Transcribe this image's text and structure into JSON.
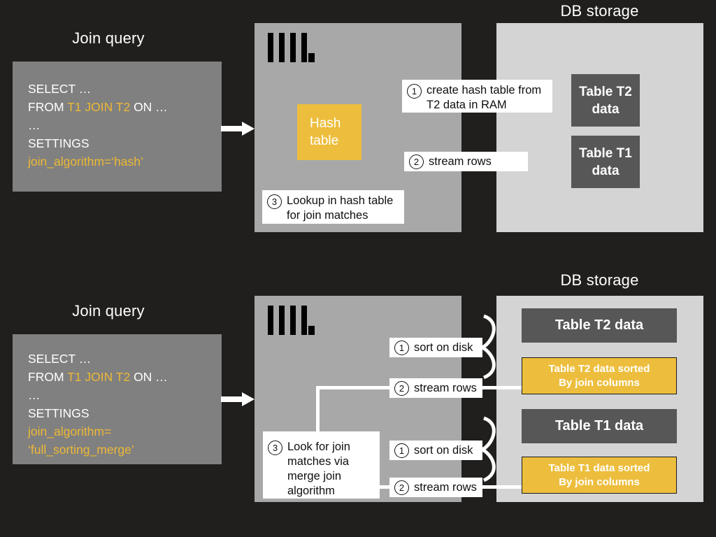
{
  "diagrams": [
    {
      "id": "hash-join",
      "query_heading": "Join query",
      "storage_heading": "DB storage",
      "query": {
        "line1": "SELECT …",
        "line2_prefix": "FROM ",
        "line2_accent": "T1 JOIN T2",
        "line2_suffix": " ON …",
        "line3": "…",
        "line4": "SETTINGS",
        "line5": "join_algorithm=‘hash’"
      },
      "logo_name": "clickhouse-logo",
      "hash_box": {
        "line1": "Hash",
        "line2": "table"
      },
      "callouts": [
        {
          "num": "1",
          "text": "create hash table from\nT2 data in RAM"
        },
        {
          "num": "2",
          "text": "stream rows"
        },
        {
          "num": "3",
          "text": "Lookup in hash table\nfor join matches"
        }
      ],
      "tables": [
        {
          "line1": "Table T2",
          "line2": "data"
        },
        {
          "line1": "Table T1",
          "line2": "data"
        }
      ]
    },
    {
      "id": "full-sorting-merge-join",
      "query_heading": "Join query",
      "storage_heading": "DB storage",
      "query": {
        "line1": "SELECT …",
        "line2_prefix": "FROM ",
        "line2_accent": "T1 JOIN T2",
        "line2_suffix": " ON …",
        "line3": "…",
        "line4": "SETTINGS",
        "line5": "join_algorithm=",
        "line6": "‘full_sorting_merge’"
      },
      "logo_name": "clickhouse-logo",
      "callouts": [
        {
          "num": "1",
          "text": "sort on disk"
        },
        {
          "num": "2",
          "text": "stream rows"
        },
        {
          "num": "3",
          "text": "Look for join\nmatches via\nmerge join\nalgorithm"
        },
        {
          "num": "1",
          "text": "sort on disk"
        },
        {
          "num": "2",
          "text": "stream rows"
        }
      ],
      "tables": [
        {
          "label": "Table T2 data"
        },
        {
          "label": "Table T1 data"
        }
      ],
      "sorted_tables": [
        {
          "line1": "Table T2 data sorted",
          "line2": "By join columns"
        },
        {
          "line1": "Table T1 data sorted",
          "line2": "By join columns"
        }
      ]
    }
  ],
  "colors": {
    "background": "#201f1d",
    "server_panel": "#a8a8a8",
    "storage_panel": "#d4d4d4",
    "query_card": "#808080",
    "accent_yellow": "#edbe3d",
    "table_gray": "#575757",
    "text_white": "#ffffff"
  }
}
